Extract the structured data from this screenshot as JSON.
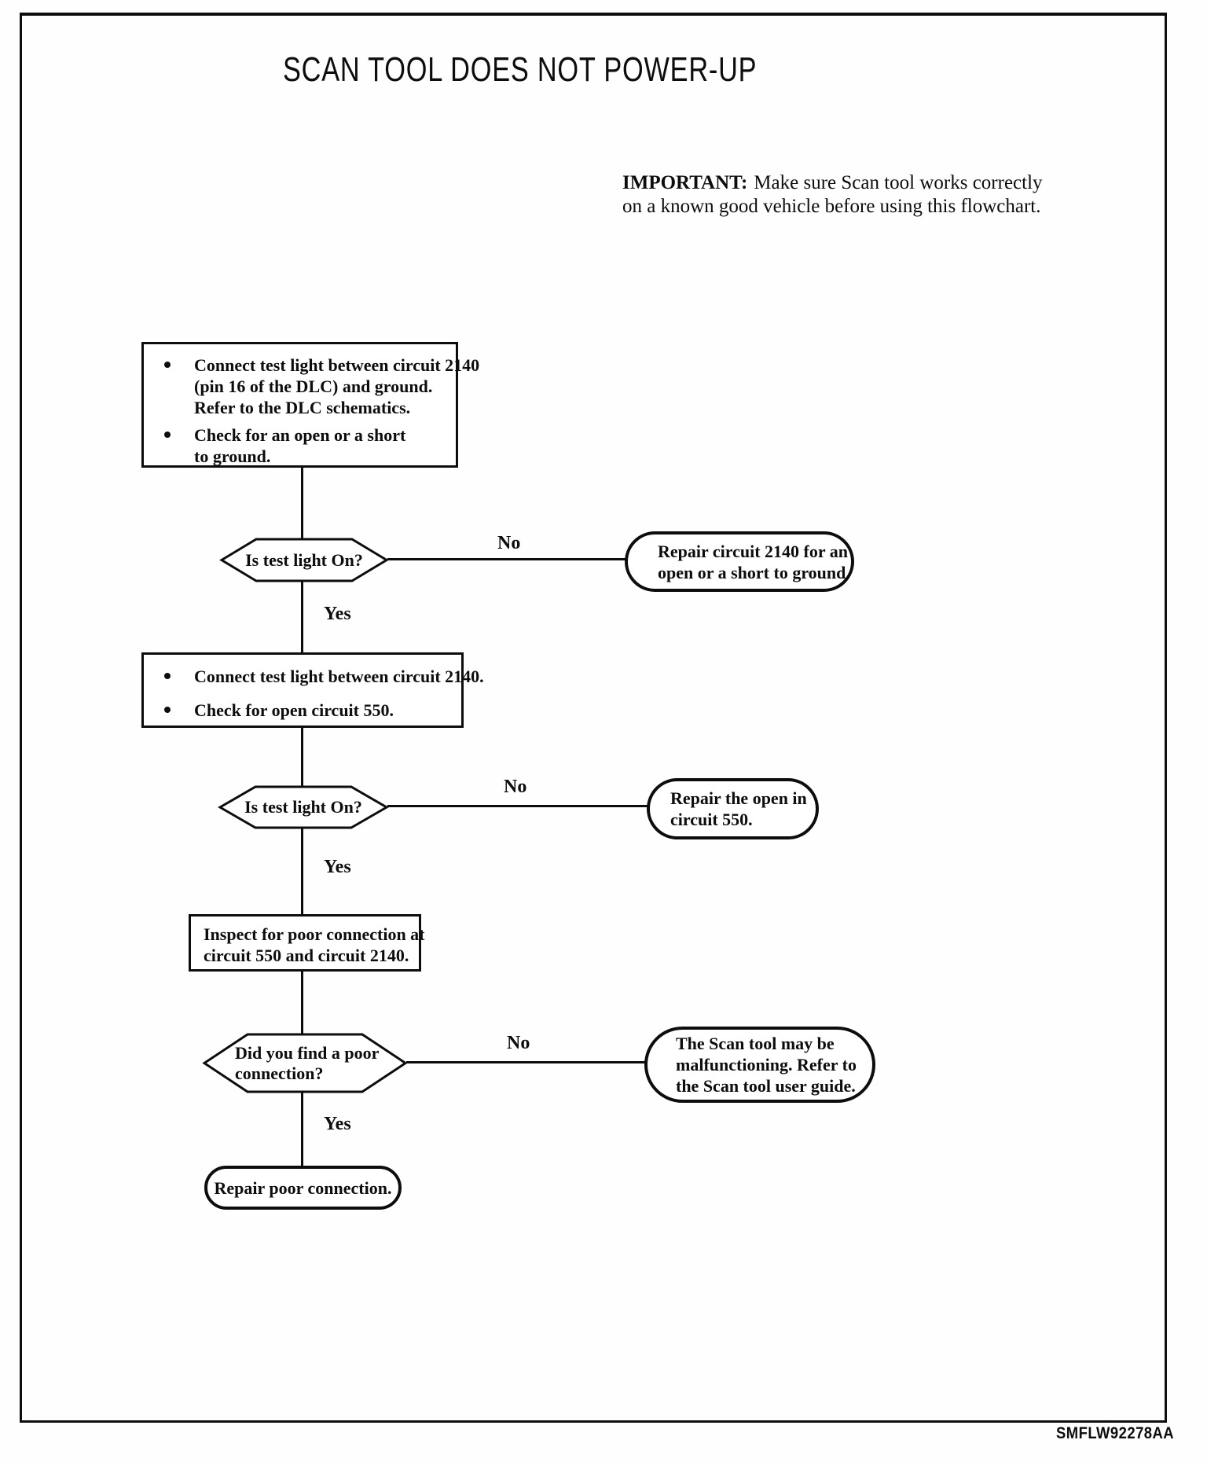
{
  "page": {
    "title": "SCAN TOOL DOES NOT POWER-UP",
    "footer_code": "SMFLW92278AA"
  },
  "important": {
    "label": "IMPORTANT:",
    "line1_rest": "Make sure Scan tool works correctly",
    "line2": "on a known good vehicle before using this flowchart."
  },
  "labels": {
    "yes": "Yes",
    "no": "No"
  },
  "flow": {
    "process1": {
      "bullet1": [
        "Connect test light between circuit 2140",
        "(pin 16 of the DLC) and ground.",
        "Refer to the DLC schematics."
      ],
      "bullet2": [
        "Check for an open or a short",
        "to ground."
      ]
    },
    "decision1": {
      "question": "Is test light On?"
    },
    "terminal1": [
      "Repair circuit 2140 for an",
      "open or a short to ground."
    ],
    "process2": {
      "bullet1": "Connect test light between circuit 2140.",
      "bullet2": "Check for open circuit 550."
    },
    "decision2": {
      "question": "Is test light On?"
    },
    "terminal2": [
      "Repair the open in",
      "circuit 550."
    ],
    "process3": [
      "Inspect for poor connection at",
      "circuit 550 and circuit 2140."
    ],
    "decision3": [
      "Did you find a poor",
      "connection?"
    ],
    "terminal3": [
      "The Scan tool may be",
      "malfunctioning. Refer to",
      "the Scan tool user guide."
    ],
    "terminal4": "Repair poor connection."
  }
}
